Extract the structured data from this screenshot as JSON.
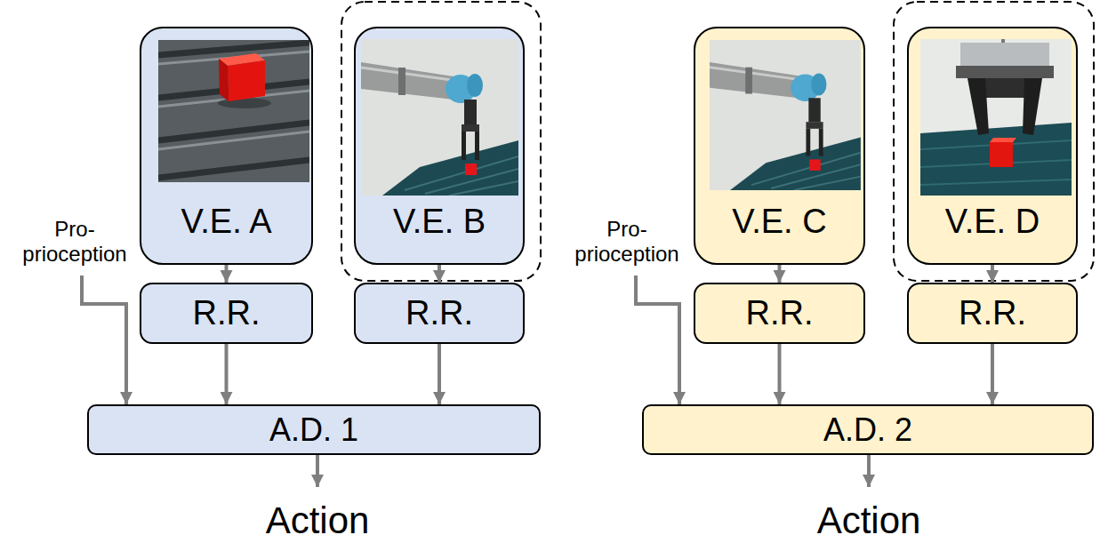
{
  "diagram": {
    "nodes": [
      {
        "text": [
          "V.E. A"
        ]
      },
      {
        "text": [
          "V.E. B"
        ]
      },
      {
        "text": [
          "R.R."
        ]
      },
      {
        "text": [
          "R.R."
        ]
      },
      {
        "text": [
          "A.D. 1"
        ]
      },
      {
        "text": [
          "V.E. C"
        ]
      },
      {
        "text": [
          "V.E. D"
        ]
      },
      {
        "text": [
          "R.R."
        ]
      },
      {
        "text": [
          "R.R."
        ]
      },
      {
        "text": [
          "A.D. 2"
        ]
      }
    ],
    "edges": [
      {
        "from": 0,
        "to": 2,
        "arrow": "to"
      },
      {
        "from": 1,
        "to": 3,
        "arrow": "to"
      },
      {
        "from": 2,
        "to": 4,
        "arrow": "to"
      },
      {
        "from": 3,
        "to": 4,
        "arrow": "to"
      },
      {
        "from": 5,
        "to": 7,
        "arrow": "to"
      },
      {
        "from": 6,
        "to": 8,
        "arrow": "to"
      },
      {
        "from": 7,
        "to": 9,
        "arrow": "to"
      },
      {
        "from": 8,
        "to": 9,
        "arrow": "to"
      }
    ],
    "labels": [
      "Pro- prioception",
      "Pro- prioception",
      "Action",
      "Action"
    ]
  }
}
